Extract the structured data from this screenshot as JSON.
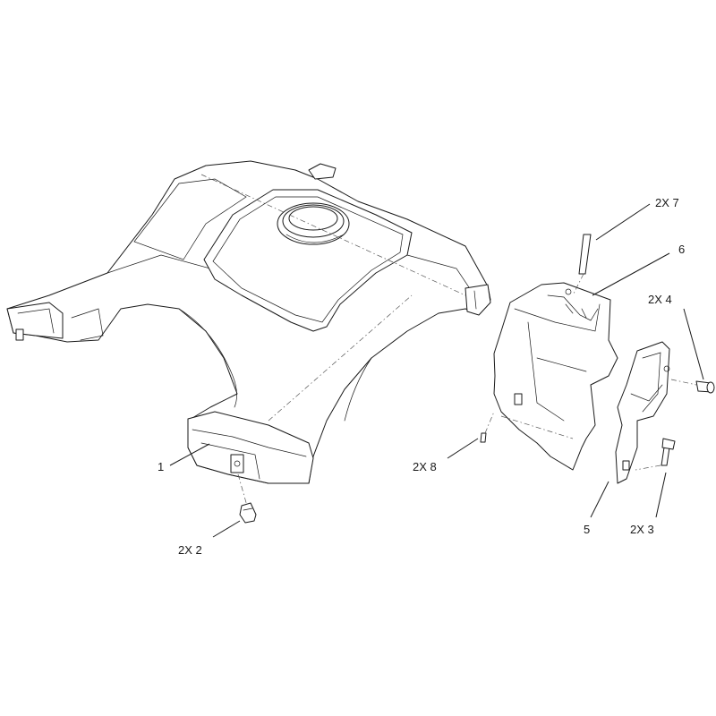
{
  "callouts": {
    "c1": "1",
    "c2": "2X 2",
    "c3": "2X 3",
    "c4": "2X 4",
    "c5": "5",
    "c6": "6",
    "c7": "2X 7",
    "c8": "2X 8"
  },
  "colors": {
    "line": "#1a1a1a",
    "background": "#ffffff"
  }
}
